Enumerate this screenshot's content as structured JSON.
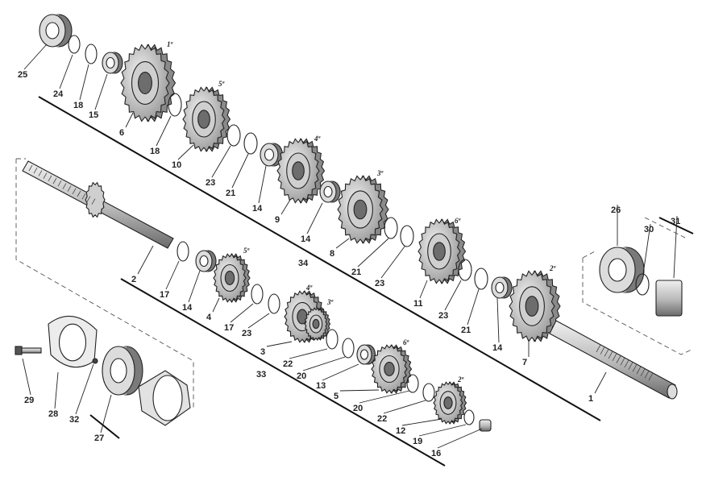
{
  "diagram": {
    "parts": [
      {
        "id": "p1",
        "number": "1",
        "kind": "shaft"
      },
      {
        "id": "p2",
        "number": "2",
        "kind": "shaft"
      },
      {
        "id": "p3",
        "number": "3",
        "kind": "gear",
        "gear_mark": "4ª"
      },
      {
        "id": "p3b",
        "number": "",
        "kind": "gear",
        "gear_mark": "3ª"
      },
      {
        "id": "p4",
        "number": "4",
        "kind": "gear",
        "gear_mark": "5ª"
      },
      {
        "id": "p5",
        "number": "5",
        "kind": "gear",
        "gear_mark": "6ª"
      },
      {
        "id": "p6",
        "number": "6",
        "kind": "gear",
        "gear_mark": "1ª"
      },
      {
        "id": "p7",
        "number": "7",
        "kind": "gear",
        "gear_mark": "2ª"
      },
      {
        "id": "p8",
        "number": "8",
        "kind": "gear",
        "gear_mark": "3ª"
      },
      {
        "id": "p9",
        "number": "9",
        "kind": "gear",
        "gear_mark": "4ª"
      },
      {
        "id": "p10",
        "number": "10",
        "kind": "gear",
        "gear_mark": "5ª"
      },
      {
        "id": "p11",
        "number": "11",
        "kind": "gear",
        "gear_mark": "6ª"
      },
      {
        "id": "p12",
        "number": "12",
        "kind": "gear",
        "gear_mark": "2ª"
      },
      {
        "id": "p13",
        "number": "13",
        "kind": "bearing"
      },
      {
        "id": "p14a",
        "number": "14",
        "kind": "bearing"
      },
      {
        "id": "p14b",
        "number": "14",
        "kind": "bearing"
      },
      {
        "id": "p14c",
        "number": "14",
        "kind": "bearing"
      },
      {
        "id": "p14d",
        "number": "14",
        "kind": "bearing"
      },
      {
        "id": "p15",
        "number": "15",
        "kind": "bearing"
      },
      {
        "id": "p16",
        "number": "16",
        "kind": "bushing"
      },
      {
        "id": "p17a",
        "number": "17",
        "kind": "washer"
      },
      {
        "id": "p17b",
        "number": "17",
        "kind": "washer"
      },
      {
        "id": "p18a",
        "number": "18",
        "kind": "washer"
      },
      {
        "id": "p18b",
        "number": "18",
        "kind": "washer"
      },
      {
        "id": "p19",
        "number": "19",
        "kind": "washer"
      },
      {
        "id": "p20a",
        "number": "20",
        "kind": "washer"
      },
      {
        "id": "p20b",
        "number": "20",
        "kind": "washer"
      },
      {
        "id": "p21a",
        "number": "21",
        "kind": "washer"
      },
      {
        "id": "p21b",
        "number": "21",
        "kind": "washer"
      },
      {
        "id": "p21c",
        "number": "21",
        "kind": "washer"
      },
      {
        "id": "p22a",
        "number": "22",
        "kind": "washer"
      },
      {
        "id": "p22b",
        "number": "22",
        "kind": "washer"
      },
      {
        "id": "p23a",
        "number": "23",
        "kind": "washer"
      },
      {
        "id": "p23b",
        "number": "23",
        "kind": "washer"
      },
      {
        "id": "p23c",
        "number": "23",
        "kind": "washer"
      },
      {
        "id": "p23d",
        "number": "23",
        "kind": "washer"
      },
      {
        "id": "p24",
        "number": "24",
        "kind": "washer"
      },
      {
        "id": "p25",
        "number": "25",
        "kind": "bearing"
      },
      {
        "id": "p26",
        "number": "26",
        "kind": "bearing"
      },
      {
        "id": "p27",
        "number": "27",
        "kind": "bearing"
      },
      {
        "id": "p28",
        "number": "28",
        "kind": "plate"
      },
      {
        "id": "p29",
        "number": "29",
        "kind": "bolt"
      },
      {
        "id": "p30",
        "number": "30",
        "kind": "washer"
      },
      {
        "id": "p31",
        "number": "31",
        "kind": "bushing"
      },
      {
        "id": "p32",
        "number": "32",
        "kind": "pin"
      },
      {
        "id": "p33",
        "number": "33",
        "kind": "assembly"
      },
      {
        "id": "p34",
        "number": "34",
        "kind": "assembly"
      }
    ],
    "colors": {
      "line": "#111111",
      "gear_fill": "#e4e4e4",
      "gear_dark": "#8a8a8a",
      "background": "#ffffff"
    }
  }
}
